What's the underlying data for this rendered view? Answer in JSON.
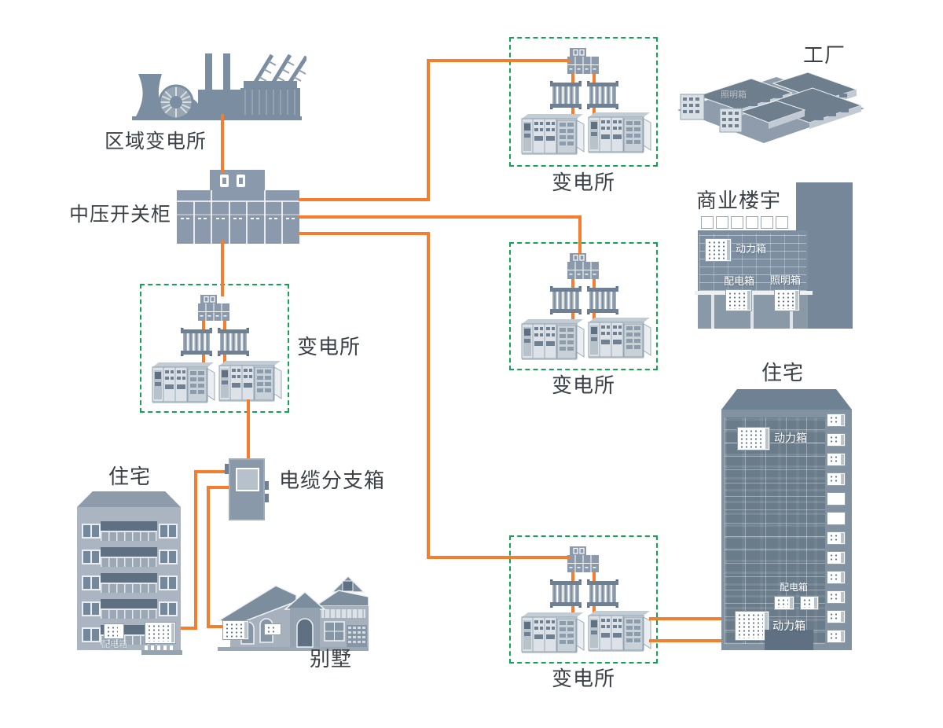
{
  "colors": {
    "wire_orange": "#F57E2E",
    "dashed_green": "#10A552",
    "label_dark": "#3A4046",
    "equipment_gray": "#8A99AB",
    "building_gray": "#8392A1"
  },
  "labels": {
    "regional_substation": "区域变电所",
    "mv_switchgear": "中压开关柜",
    "substation": "变电所",
    "cable_branch_box": "电缆分支箱",
    "residential": "住宅",
    "villa": "别墅",
    "factory": "工厂",
    "commercial_building": "商业楼宇",
    "power_box": "动力箱",
    "distribution_box": "配电箱",
    "lighting_box": "照明箱"
  }
}
